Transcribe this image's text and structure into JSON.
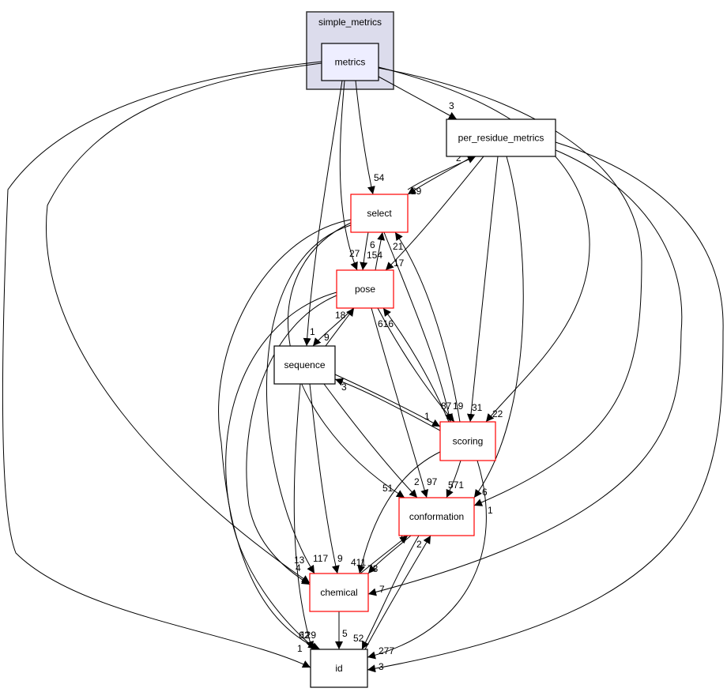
{
  "diagram": {
    "title": "simple_metrics/metrics directory dependency graph",
    "cluster": {
      "id": "simple_metrics",
      "label": "simple_metrics",
      "fill": "#dcdcec",
      "stroke": "#333333"
    },
    "nodes": [
      {
        "id": "metrics",
        "label": "metrics",
        "style": "current",
        "fill": "#eeeeff",
        "stroke": "#000000"
      },
      {
        "id": "per_residue_metrics",
        "label": "per_residue_metrics",
        "style": "plain",
        "fill": "#ffffff",
        "stroke": "#000000"
      },
      {
        "id": "select",
        "label": "select",
        "style": "external",
        "fill": "#ffffff",
        "stroke": "#ff0000"
      },
      {
        "id": "pose",
        "label": "pose",
        "style": "external",
        "fill": "#ffffff",
        "stroke": "#ff0000"
      },
      {
        "id": "sequence",
        "label": "sequence",
        "style": "plain",
        "fill": "#ffffff",
        "stroke": "#000000"
      },
      {
        "id": "scoring",
        "label": "scoring",
        "style": "external",
        "fill": "#ffffff",
        "stroke": "#ff0000"
      },
      {
        "id": "conformation",
        "label": "conformation",
        "style": "external",
        "fill": "#ffffff",
        "stroke": "#ff0000"
      },
      {
        "id": "chemical",
        "label": "chemical",
        "style": "external",
        "fill": "#ffffff",
        "stroke": "#ff0000"
      },
      {
        "id": "id",
        "label": "id",
        "style": "plain",
        "fill": "#ffffff",
        "stroke": "#000000"
      }
    ],
    "edges": [
      {
        "from": "metrics",
        "to": "per_residue_metrics",
        "label": "3"
      },
      {
        "from": "metrics",
        "to": "select",
        "label": "54"
      },
      {
        "from": "metrics",
        "to": "pose",
        "label": "27"
      },
      {
        "from": "metrics",
        "to": "sequence",
        "label": "1"
      },
      {
        "from": "metrics",
        "to": "scoring",
        "label": "22"
      },
      {
        "from": "metrics",
        "to": "conformation",
        "label": "1"
      },
      {
        "from": "metrics",
        "to": "chemical",
        "label": "13"
      },
      {
        "from": "metrics",
        "to": "id",
        "label": "1"
      },
      {
        "from": "per_residue_metrics",
        "to": "select",
        "label": "29"
      },
      {
        "from": "per_residue_metrics",
        "to": "pose",
        "label": "17"
      },
      {
        "from": "per_residue_metrics",
        "to": "scoring",
        "label": "31"
      },
      {
        "from": "per_residue_metrics",
        "to": "conformation",
        "label": "6"
      },
      {
        "from": "per_residue_metrics",
        "to": "chemical",
        "label": "7"
      },
      {
        "from": "per_residue_metrics",
        "to": "id",
        "label": "3"
      },
      {
        "from": "select",
        "to": "per_residue_metrics",
        "label": "2"
      },
      {
        "from": "select",
        "to": "pose",
        "label": "154"
      },
      {
        "from": "select",
        "to": "scoring",
        "label": "87"
      },
      {
        "from": "select",
        "to": "conformation",
        "label": "51"
      },
      {
        "from": "select",
        "to": "chemical",
        "label": "117"
      },
      {
        "from": "select",
        "to": "id",
        "label": "129"
      },
      {
        "from": "pose",
        "to": "select",
        "label": "6"
      },
      {
        "from": "pose",
        "to": "sequence",
        "label": "9"
      },
      {
        "from": "pose",
        "to": "scoring",
        "label": "19"
      },
      {
        "from": "pose",
        "to": "conformation",
        "label": "97"
      },
      {
        "from": "pose",
        "to": "chemical",
        "label": "4"
      },
      {
        "from": "pose",
        "to": "id",
        "label": "6"
      },
      {
        "from": "sequence",
        "to": "pose",
        "label": "18"
      },
      {
        "from": "sequence",
        "to": "scoring",
        "label": "1"
      },
      {
        "from": "sequence",
        "to": "conformation",
        "label": "2"
      },
      {
        "from": "sequence",
        "to": "chemical",
        "label": "9"
      },
      {
        "from": "sequence",
        "to": "id",
        "label": "2"
      },
      {
        "from": "scoring",
        "to": "select",
        "label": "21"
      },
      {
        "from": "scoring",
        "to": "pose",
        "label": "616"
      },
      {
        "from": "scoring",
        "to": "sequence",
        "label": "3"
      },
      {
        "from": "scoring",
        "to": "conformation",
        "label": "571"
      },
      {
        "from": "scoring",
        "to": "chemical",
        "label": "411"
      },
      {
        "from": "scoring",
        "to": "id",
        "label": "277"
      },
      {
        "from": "conformation",
        "to": "chemical",
        "label": "73"
      },
      {
        "from": "conformation",
        "to": "id",
        "label": "52"
      },
      {
        "from": "chemical",
        "to": "conformation",
        "label": "9"
      },
      {
        "from": "chemical",
        "to": "id",
        "label": "5"
      },
      {
        "from": "id",
        "to": "conformation",
        "label": "2"
      }
    ]
  }
}
